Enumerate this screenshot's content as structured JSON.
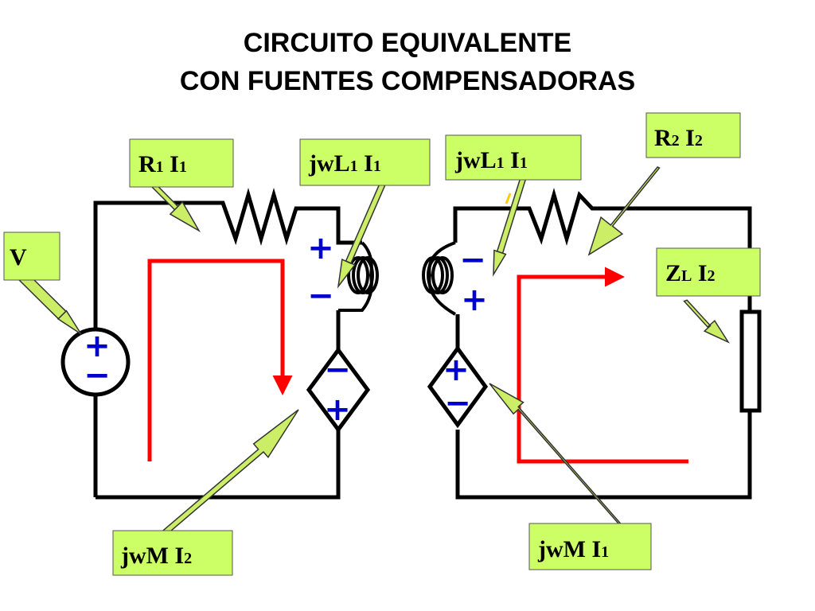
{
  "title": {
    "line1": "CIRCUITO EQUIVALENTE",
    "line2": "CON FUENTES COMPENSADORAS"
  },
  "labels": {
    "v": "V",
    "r1": {
      "main": "R",
      "sub1": "1",
      "mid": " I",
      "sub2": "1"
    },
    "jwl1_left": {
      "main": "jwL",
      "sub1": "1",
      "mid": " I",
      "sub2": "1"
    },
    "jwl1_right": {
      "main": "jwL",
      "sub1": "1",
      "mid": " I",
      "sub2": "1"
    },
    "r2": {
      "main": "R",
      "sub1": "2",
      "mid": " I",
      "sub2": "2"
    },
    "zl": {
      "main": "Z",
      "sub1": "L",
      "mid": " I",
      "sub2": "2"
    },
    "jwm_i2": {
      "main": "jwM I",
      "sub2": "2"
    },
    "jwm_i1": {
      "main": "jwM I",
      "sub2": "1"
    }
  },
  "signs": {
    "plus": "+",
    "minus": "−"
  },
  "colors": {
    "label_fill": "#ccff66",
    "arrow_fill": "#ccee66",
    "current_arrow": "#ff0000",
    "polarity_sign": "#0000cc",
    "wire": "#000000"
  }
}
